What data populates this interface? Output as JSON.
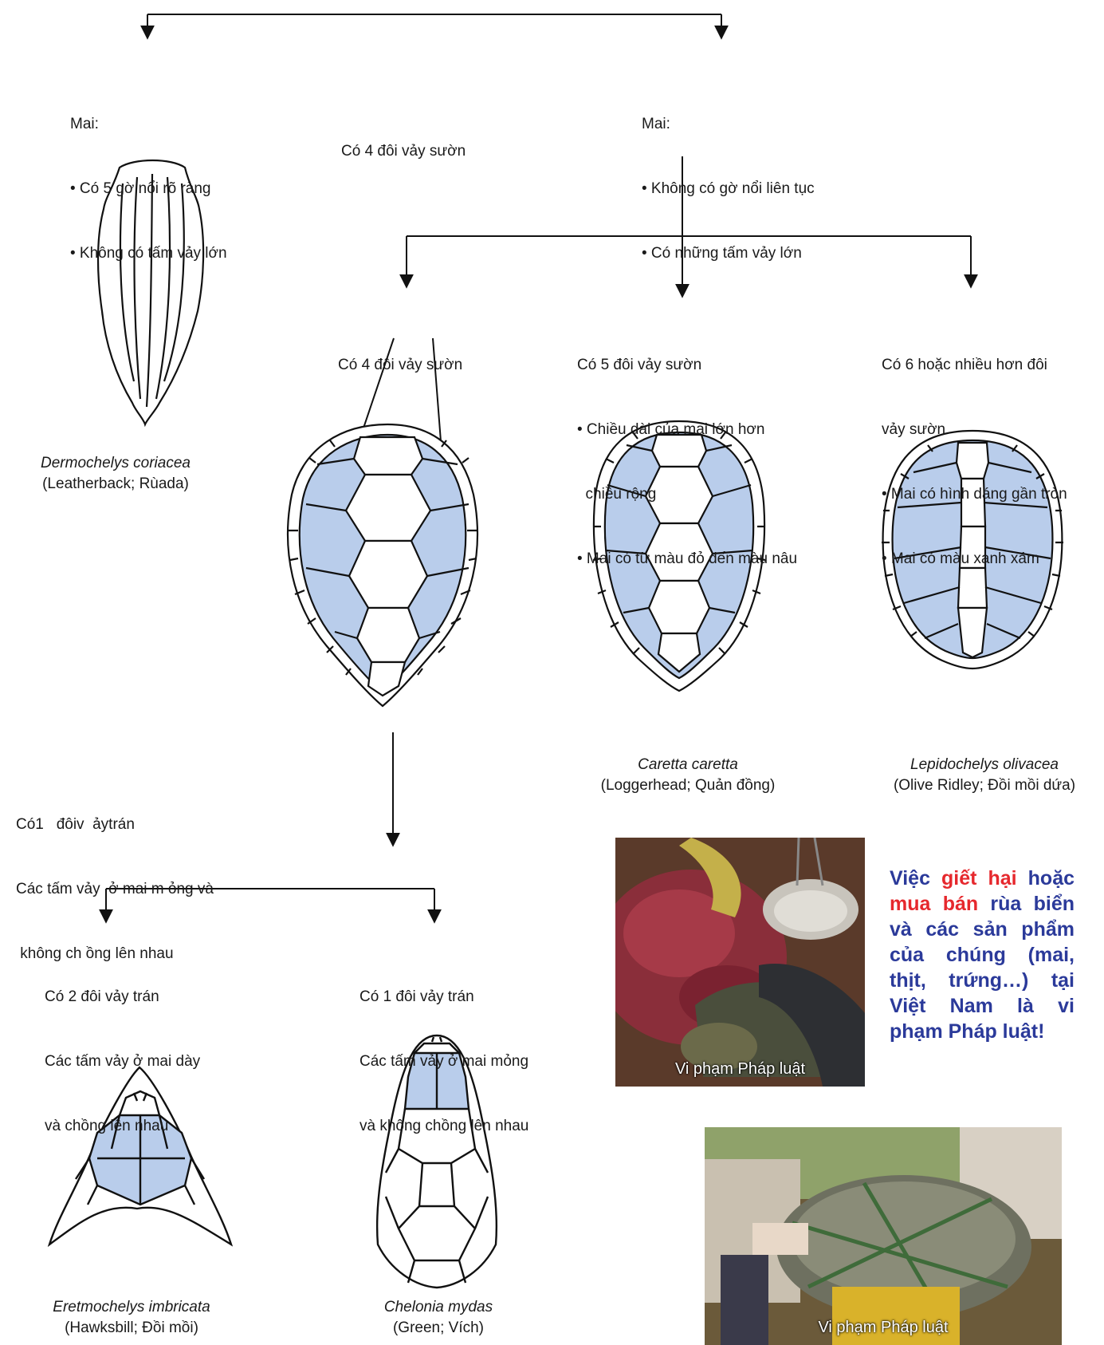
{
  "branches": {
    "left_top": {
      "heading": "Mai:",
      "items": [
        "• Có 5 gờ nổi rõ ràng",
        "• Không có tấm vảy lớn"
      ]
    },
    "right_top": {
      "heading": "Mai:",
      "items": [
        "• Không có gờ nổi liên tục",
        "• Có những tấm vảy lớn"
      ]
    },
    "middle_note": "Có 4 đôi vảy sườn"
  },
  "nodes": {
    "four_pairs": {
      "lines": [
        "Có 4 đôi vảy sườn"
      ]
    },
    "five_pairs": {
      "lines": [
        "Có 5 đôi vảy sườn",
        "• Chiều dài của mai lớn hơn",
        "  chiều rộng",
        "• Mai có từ màu đỏ đến màu nâu"
      ]
    },
    "six_pairs": {
      "lines": [
        "Có 6 hoặc nhiều hơn đôi",
        "vảy sườn",
        "• Mai có hình dáng gần tròn",
        "• Mai có màu xanh xám"
      ]
    },
    "one_frontal_left": {
      "lines": [
        "Có1   đôiv  ảytrán",
        "Các tấm vảy  ở mai m ỏng và",
        " không ch ồng lên nhau"
      ]
    },
    "two_frontal": {
      "lines": [
        "Có 2 đôi vảy trán",
        "Các tấm vảy ở mai dày",
        "và chồng lên nhau"
      ]
    },
    "one_frontal": {
      "lines": [
        "Có 1 đôi vảy trán",
        "Các tấm vảy ở mai mỏng",
        "và không chồng lên nhau"
      ]
    }
  },
  "species": {
    "leatherback": {
      "scientific": "Dermochelys coriacea",
      "common": "(Leatherback; Rùada)"
    },
    "loggerhead": {
      "scientific": "Caretta caretta",
      "common": "(Loggerhead; Quản đồng)"
    },
    "olive_ridley": {
      "scientific": "Lepidochelys olivacea",
      "common": "(Olive Ridley;   Đồi mồi dứa)"
    },
    "hawksbill": {
      "scientific": "Eretmochelys imbricata",
      "common": "(Hawksbill;  Đồi mồi)"
    },
    "green": {
      "scientific": "Chelonia mydas",
      "common": "(Green; Vích)"
    }
  },
  "photos": {
    "photo1_caption": "Vi phạm Pháp luật",
    "photo2_caption": "Vi phạm Pháp luật"
  },
  "warning": {
    "t1": "Việc ",
    "t2": "giết hại",
    "t3": " hoặc ",
    "t4": "mua bán",
    "t5": " rùa biển và các sản phẩm của chúng (mai, thịt, trứng…) tại Việt Nam là vi phạm Pháp luật!"
  },
  "colors": {
    "scute_fill": "#b9cdeb",
    "outline": "#111111",
    "warning_text": "#2b3a9a",
    "warning_highlight": "#e6282d"
  }
}
